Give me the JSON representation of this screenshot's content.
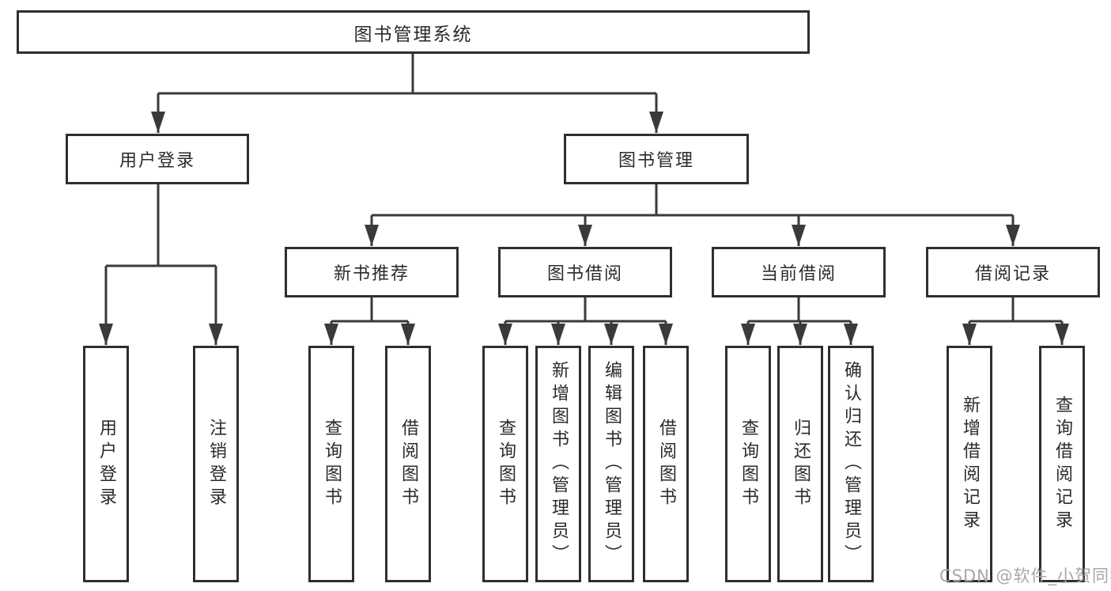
{
  "diagram": {
    "root": {
      "label": "图书管理系统"
    },
    "level2": [
      {
        "label": "用户登录"
      },
      {
        "label": "图书管理"
      }
    ],
    "level3": [
      {
        "label": "新书推荐"
      },
      {
        "label": "图书借阅"
      },
      {
        "label": "当前借阅"
      },
      {
        "label": "借阅记录"
      }
    ],
    "leaves": {
      "user_login": [
        {
          "label": "用户登录"
        },
        {
          "label": "注销登录"
        }
      ],
      "new_books": [
        {
          "label": "查询图书"
        },
        {
          "label": "借阅图书"
        }
      ],
      "book_borrow": [
        {
          "label": "查询图书"
        },
        {
          "label": "新增图书（管理员）"
        },
        {
          "label": "编辑图书（管理员）"
        },
        {
          "label": "借阅图书"
        }
      ],
      "current_borrow": [
        {
          "label": "查询图书"
        },
        {
          "label": "归还图书"
        },
        {
          "label": "确认归还（管理员）"
        }
      ],
      "borrow_records": [
        {
          "label": "新增借阅记录"
        },
        {
          "label": "查询借阅记录"
        }
      ]
    },
    "colors": {
      "line": "#3a3a3a",
      "border": "#2f2f2f",
      "text": "#2b2b2b",
      "background": "#ffffff",
      "watermark": "#a8a8a8"
    }
  },
  "watermark": {
    "text": "CSDN @软件_小贺同学"
  }
}
